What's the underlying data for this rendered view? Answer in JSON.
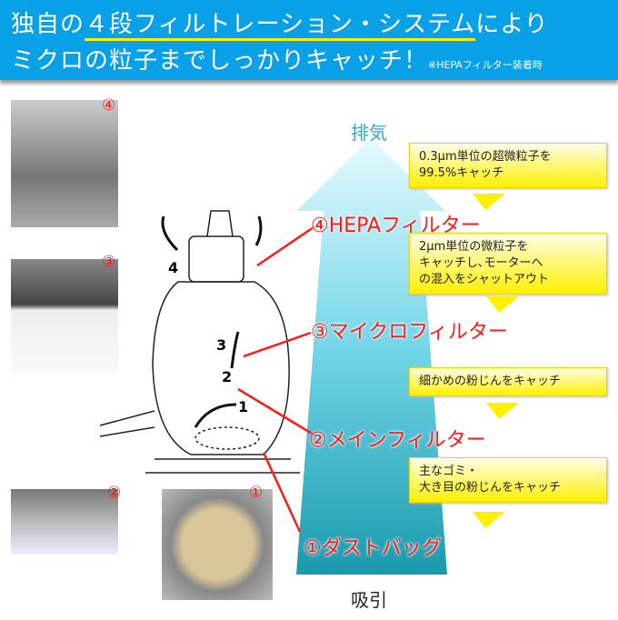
{
  "header": {
    "line1_pre": "独自の",
    "line1_highlight": "４段フィルトレーション・システム",
    "line1_post": "により",
    "line2": "ミクロの粒子までしっかりキャッチ！",
    "note": "※HEPAフィルター装着時"
  },
  "arrow": {
    "top_label": "排気",
    "bottom_label": "吸引"
  },
  "stages": [
    {
      "label": "④HEPAフィルター",
      "callout": "0.3μm単位の超微粒子を\n99.5%キャッチ",
      "photo_number": "④"
    },
    {
      "label": "③マイクロフィルター",
      "callout": "2μm単位の微粒子を\nキャッチし､モーターへ\nの混入をシャットアウト",
      "photo_number": "③"
    },
    {
      "label": "②メインフィルター",
      "callout": "細かめの粉じんをキャッチ",
      "photo_number": "②"
    },
    {
      "label": "①ダストバッグ",
      "callout": "主なゴミ・\n大き目の粉じんをキャッチ",
      "photo_number": "①"
    }
  ],
  "drawing_numbers": [
    "4",
    "3",
    "2",
    "1"
  ],
  "colors": {
    "header": "#08a0e6",
    "highlight": "#ffee00",
    "label": "#ff1a1a",
    "callout": "#fff000"
  }
}
